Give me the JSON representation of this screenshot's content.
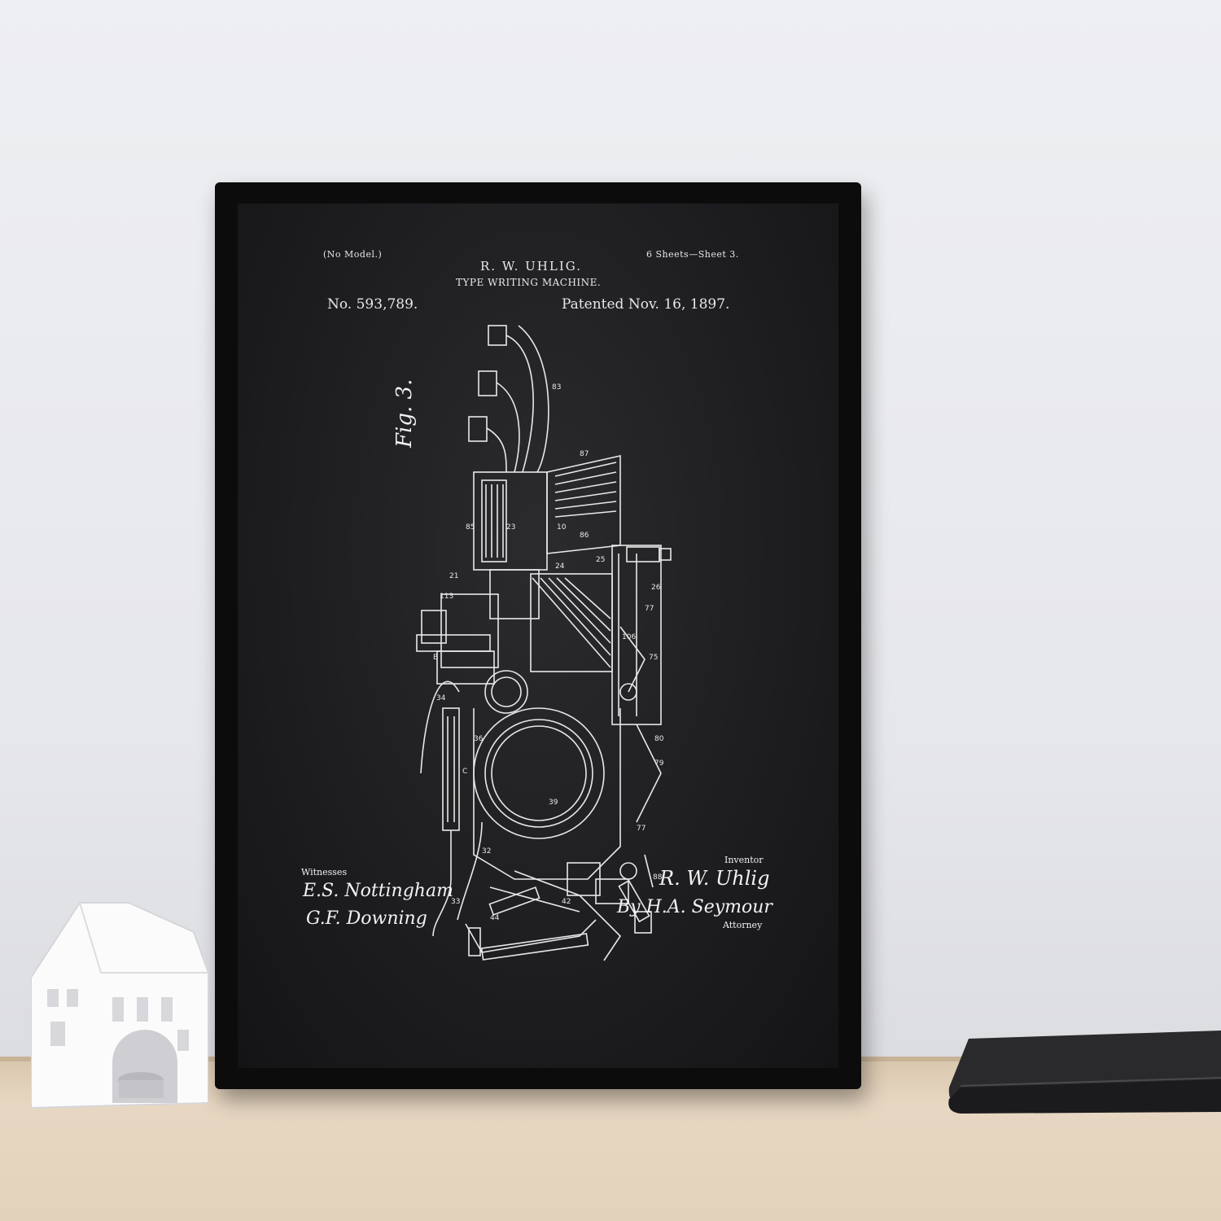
{
  "poster": {
    "header_left": "(No Model.)",
    "header_right": "6 Sheets—Sheet 3.",
    "inventor_name": "R. W. UHLIG.",
    "title": "TYPE WRITING MACHINE.",
    "patent_number": "No. 593,789.",
    "patent_date": "Patented Nov. 16, 1897.",
    "witnesses_label": "Witnesses",
    "witness_1": "E.S. Nottingham",
    "witness_2": "G.F. Downing",
    "inventor_label": "Inventor",
    "inventor_signature": "R. W. Uhlig",
    "attorney_signature": "By H.A. Seymour",
    "attorney_label": "Attorney",
    "figure_label": "Fig. 3."
  },
  "colors": {
    "wall": "#eeeff2",
    "frame": "#0c0c0c",
    "poster_background": "#1d1d20",
    "line_art": "#e8e8e8",
    "shelf": "#e3d2bb"
  }
}
